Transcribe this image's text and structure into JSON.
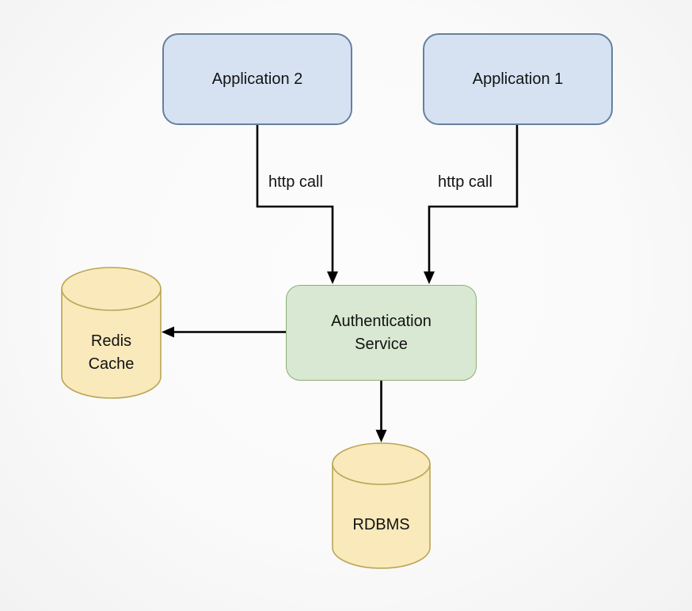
{
  "diagram": {
    "colors": {
      "blue_fill": "#d6e2f2",
      "blue_border": "#67809f",
      "green_fill": "#d8e8d2",
      "green_border": "#8cae74",
      "yellow_fill": "#f9e9bb",
      "yellow_border": "#b9a654",
      "arrow": "#000000"
    },
    "nodes": {
      "application2": {
        "label": "Application 2",
        "shape": "rounded-rectangle",
        "color": "blue"
      },
      "application1": {
        "label": "Application 1",
        "shape": "rounded-rectangle",
        "color": "blue"
      },
      "auth_service": {
        "label": "Authentication Service",
        "lines": [
          "Authentication",
          "Service"
        ],
        "shape": "rounded-rectangle",
        "color": "green"
      },
      "redis_cache": {
        "label": "Redis Cache",
        "lines": [
          "Redis",
          "Cache"
        ],
        "shape": "database-cylinder",
        "color": "yellow"
      },
      "rdbms": {
        "label": "RDBMS",
        "shape": "database-cylinder",
        "color": "yellow"
      }
    },
    "edges": [
      {
        "from": "Application 2",
        "to": "Authentication Service",
        "label": "http call"
      },
      {
        "from": "Application 1",
        "to": "Authentication Service",
        "label": "http call"
      },
      {
        "from": "Authentication Service",
        "to": "Redis Cache",
        "label": ""
      },
      {
        "from": "Authentication Service",
        "to": "RDBMS",
        "label": ""
      }
    ]
  }
}
